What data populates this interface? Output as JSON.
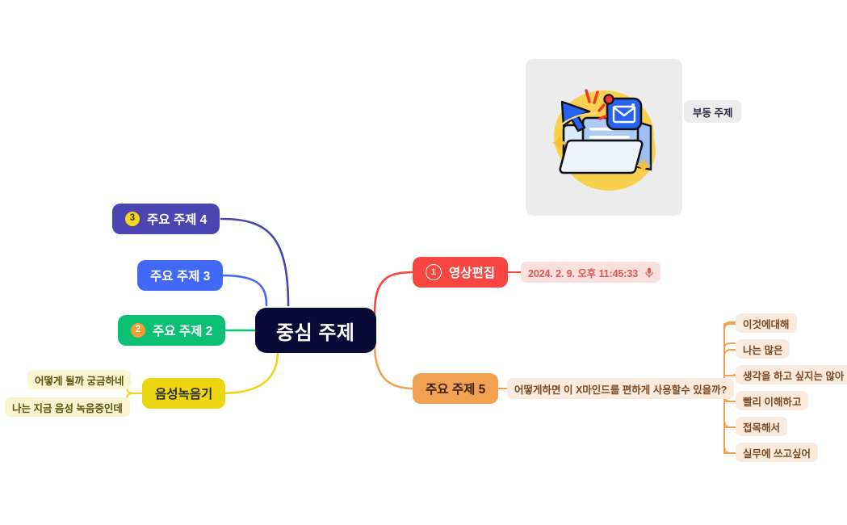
{
  "canvas": {
    "background": "#ffffff"
  },
  "central": {
    "label": "중심 주제",
    "color": "#0a0a37"
  },
  "main_topics": [
    {
      "id": "topic4",
      "label": "주요 주제 4",
      "badge": "3",
      "badge_style": "yellow",
      "color": "#4b45b2",
      "edge_color": "#4b45b2"
    },
    {
      "id": "topic3",
      "label": "주요 주제 3",
      "badge": null,
      "color": "#4169f5",
      "edge_color": "#4169f5"
    },
    {
      "id": "topic2",
      "label": "주요 주제 2",
      "badge": "2",
      "badge_style": "orange",
      "color": "#0bc075",
      "edge_color": "#0bc075"
    },
    {
      "id": "voice_recorder",
      "label": "음성녹음기",
      "badge": null,
      "color": "#ecd511",
      "edge_color": "#ecd511"
    },
    {
      "id": "video_edit",
      "label": "영상편집",
      "badge": "1",
      "badge_style": "hollow",
      "color": "#f9453f",
      "edge_color": "#f9453f"
    },
    {
      "id": "topic5",
      "label": "주요 주제 5",
      "badge": null,
      "color": "#f2a153",
      "edge_color": "#f2a153"
    }
  ],
  "voice_notes": [
    {
      "text": "어떻게 될까 궁금하네"
    },
    {
      "text": "나는 지금 음성 녹음중인데"
    }
  ],
  "timestamp_note": {
    "text": "2024. 2. 9. 오후 11:45:33",
    "icon": "microphone-icon",
    "color": "#e0564f"
  },
  "question_note": {
    "text": "어떻게하면 이 X마인드를 편하게 사용할수 있을까?"
  },
  "answer_items": [
    {
      "text": "이것에대해"
    },
    {
      "text": "나는 많은"
    },
    {
      "text": "생각을 하고 싶지는 않아"
    },
    {
      "text": "빨리 이해하고"
    },
    {
      "text": "접목해서"
    },
    {
      "text": "실무에 쓰고싶어"
    }
  ],
  "floating": {
    "label": "부동 주제",
    "image_alt": "folder-email-illustration"
  }
}
